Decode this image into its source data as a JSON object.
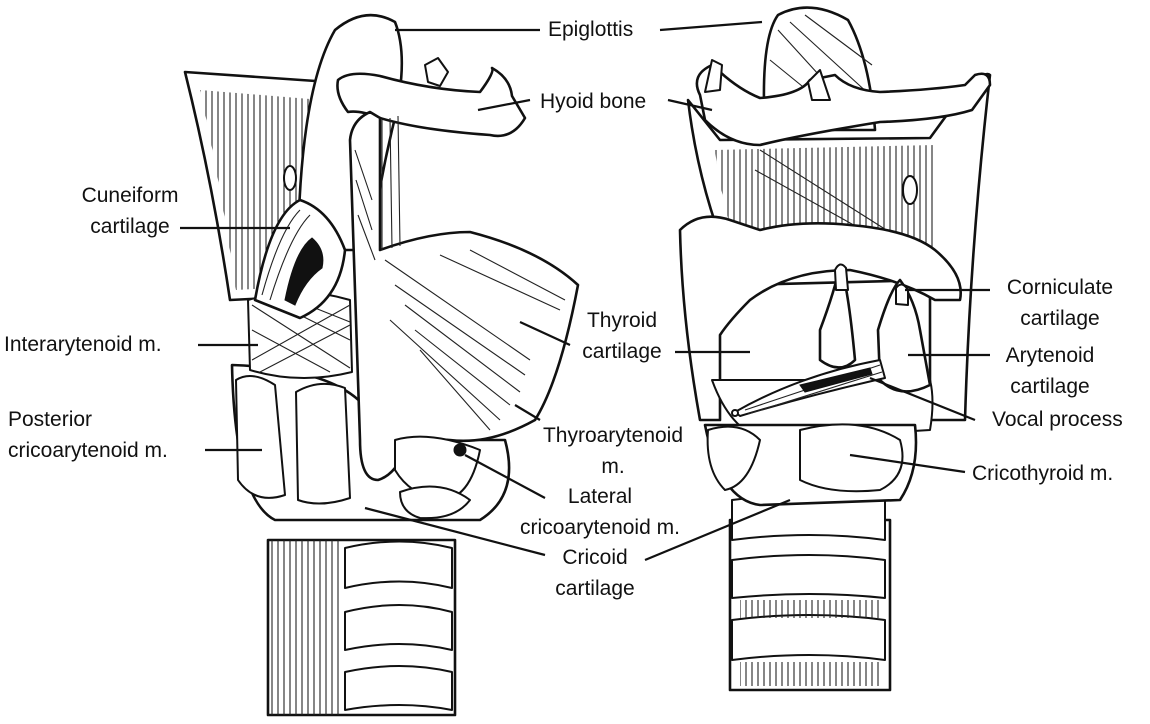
{
  "labels": {
    "epiglottis": "Epiglottis",
    "hyoid_bone": "Hyoid bone",
    "cuneiform_cartilage": [
      "Cuneiform",
      "cartilage"
    ],
    "interarytenoid": "Interarytenoid m.",
    "posterior_cricoarytenoid": [
      "Posterior",
      "cricoarytenoid m."
    ],
    "thyroid_cartilage": [
      "Thyroid",
      "cartilage"
    ],
    "thyroarytenoid": [
      "Thyroarytenoid",
      "m."
    ],
    "lateral_cricoarytenoid": [
      "Lateral",
      "cricoarytenoid m."
    ],
    "cricoid_cartilage": [
      "Cricoid",
      "cartilage"
    ],
    "corniculate_cartilage": [
      "Corniculate",
      "cartilage"
    ],
    "arytenoid_cartilage": [
      "Arytenoid",
      "cartilage"
    ],
    "vocal_process": "Vocal process",
    "cricothyroid": "Cricothyroid m."
  }
}
